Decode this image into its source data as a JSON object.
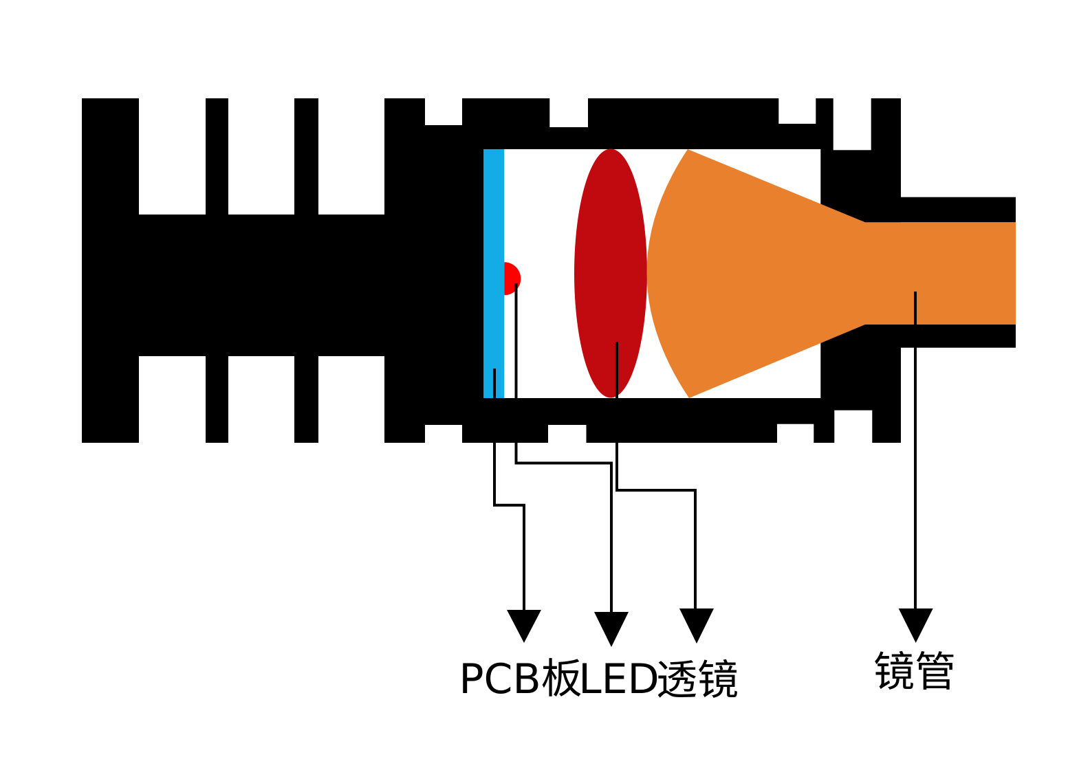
{
  "diagram": {
    "labels": {
      "pcb": "PCB板",
      "led": "LED",
      "lens": "透镜",
      "tube": "镜管"
    },
    "colors": {
      "background": "#FFFFFF",
      "body": "#000000",
      "line": "#000000",
      "text": "#000000",
      "pcb": "#14ACE6",
      "led": "#FF0000",
      "lens": "#C00A10",
      "beam": "#E8802E"
    }
  }
}
